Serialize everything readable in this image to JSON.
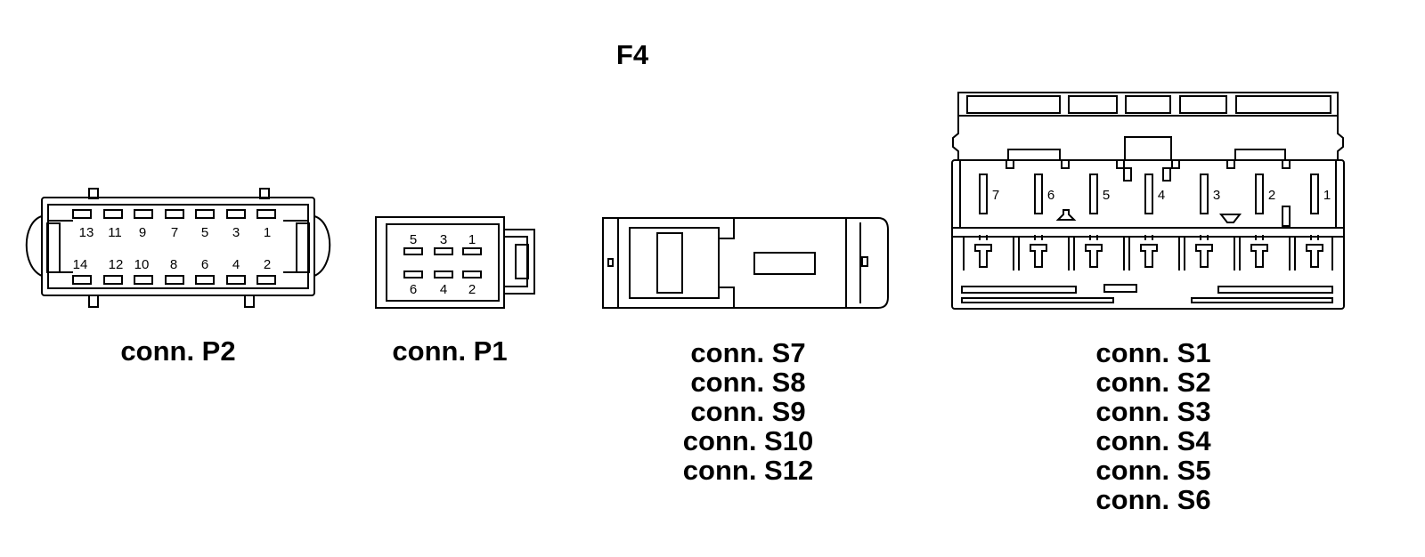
{
  "title": "F4",
  "connectors": {
    "p2": {
      "caption": [
        "conn. P2"
      ],
      "top_pins": [
        "13",
        "11",
        "9",
        "7",
        "5",
        "3",
        "1"
      ],
      "bottom_pins": [
        "14",
        "12",
        "10",
        "8",
        "6",
        "4",
        "2"
      ]
    },
    "p1": {
      "caption": [
        "conn. P1"
      ],
      "top_pins": [
        "5",
        "3",
        "1"
      ],
      "bottom_pins": [
        "6",
        "4",
        "2"
      ]
    },
    "s7": {
      "caption": [
        "conn. S7",
        "conn. S8",
        "conn. S9",
        "conn. S10",
        "conn. S12"
      ]
    },
    "s1": {
      "caption": [
        "conn. S1",
        "conn. S2",
        "conn. S3",
        "conn. S4",
        "conn. S5",
        "conn. S6"
      ],
      "pins": [
        "7",
        "6",
        "5",
        "4",
        "3",
        "2",
        "1"
      ]
    }
  }
}
